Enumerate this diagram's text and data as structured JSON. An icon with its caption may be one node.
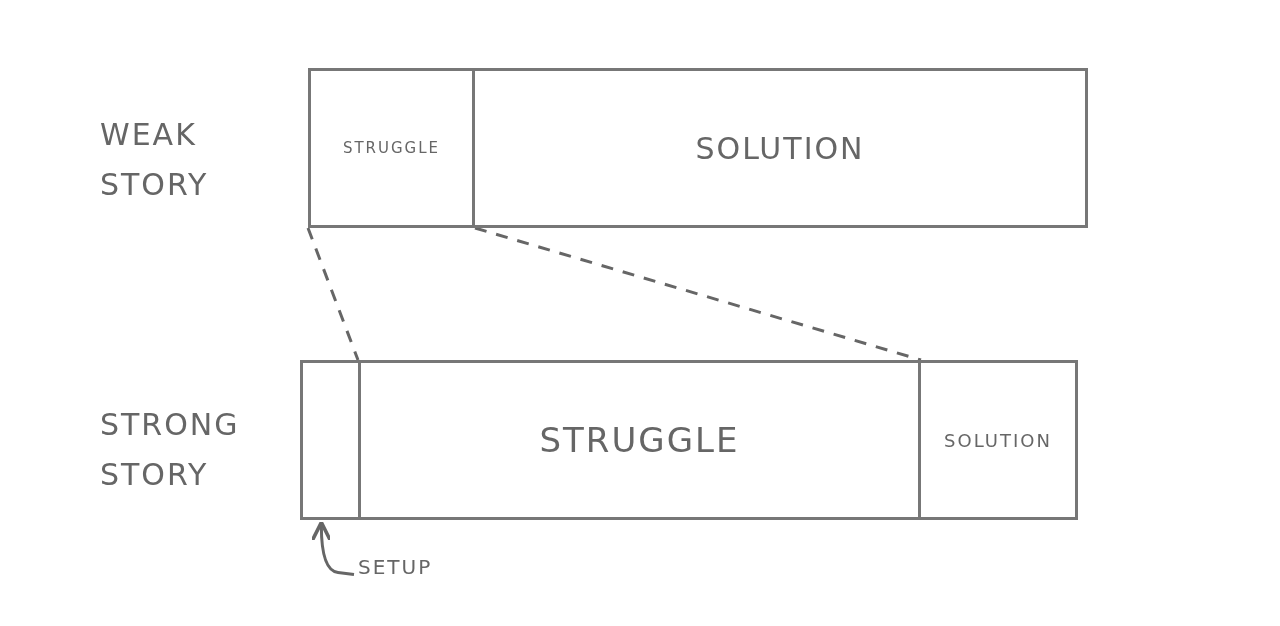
{
  "diagram": {
    "nodes": [
      {
        "text": [
          "STRUGGLE"
        ]
      },
      {
        "text": [
          "SOLUTION"
        ]
      },
      {
        "text": [],
        "shape": "box"
      },
      {
        "text": [
          "STRUGGLE"
        ]
      },
      {
        "text": [
          "SOLUTION"
        ]
      },
      {
        "text": [
          "SETUP"
        ]
      }
    ],
    "edges": [
      {
        "from": 0,
        "to": 3,
        "arrow": "none",
        "style": "dashed"
      },
      {
        "from": 0,
        "to": 3,
        "arrow": "none",
        "style": "dashed"
      },
      {
        "from": 5,
        "to": 2,
        "arrow": "to"
      }
    ],
    "labels": [
      "WEAK STORY",
      "STRONG STORY"
    ]
  }
}
